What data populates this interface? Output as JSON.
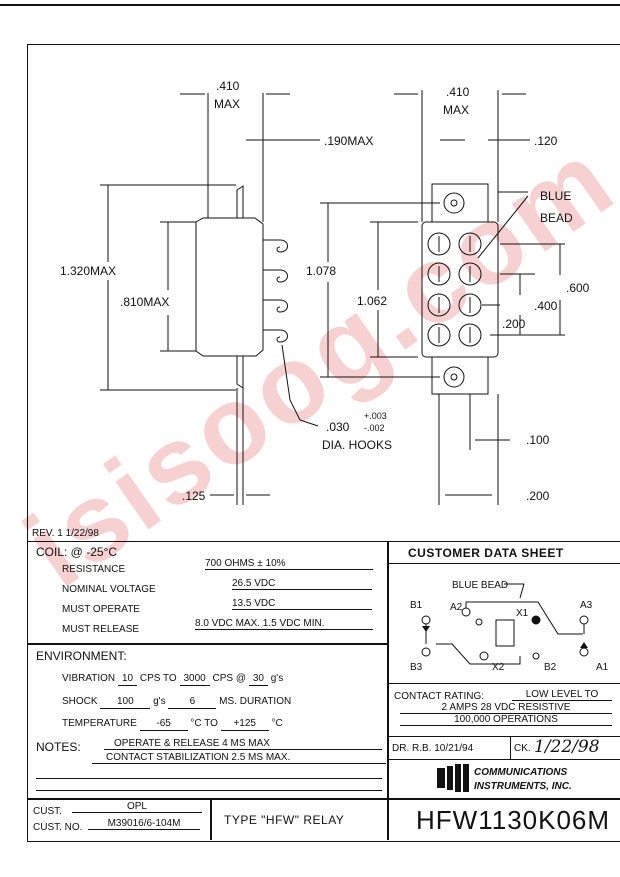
{
  "watermark": "isisoog.com",
  "drawing": {
    "side_width": ".410",
    "side_width_max": "MAX",
    "front_width": ".410",
    "front_width_max": "MAX",
    "dim_190": ".190MAX",
    "dim_120": ".120",
    "blue_bead_1": "BLUE",
    "blue_bead_2": "BEAD",
    "dim_1320": "1.320MAX",
    "dim_810": ".810MAX",
    "dim_1078": "1.078",
    "dim_1062": "1.062",
    "dim_600": ".600",
    "dim_400": ".400",
    "dim_200v": ".200",
    "hook_dia": ".030",
    "tol_plus": "+.003",
    "tol_minus": "-.002",
    "dia_hooks": "DIA. HOOKS",
    "dim_100": ".100",
    "dim_125": ".125",
    "dim_200h": ".200"
  },
  "rev": "REV. 1   1/22/98",
  "coil": {
    "heading": "COIL: @ -25°C",
    "rows": [
      {
        "label": "RESISTANCE",
        "value": "700 OHMS ± 10%"
      },
      {
        "label": "NOMINAL VOLTAGE",
        "value": "26.5 VDC"
      },
      {
        "label": "MUST OPERATE",
        "value": "13.5 VDC"
      },
      {
        "label": "MUST RELEASE",
        "value": "8.0 VDC MAX. 1.5 VDC MIN."
      }
    ]
  },
  "environment": {
    "heading": "ENVIRONMENT:",
    "vibration_label": "VIBRATION",
    "vib_from": "10",
    "cps_to": "CPS TO",
    "vib_to": "3000",
    "cps_at": "CPS @",
    "vib_g": "30",
    "g_s": "g's",
    "shock_label": "SHOCK",
    "shock_g": "100",
    "shock_gs": "g's",
    "shock_ms": "6",
    "ms_duration": "MS. DURATION",
    "temp_label": "TEMPERATURE",
    "temp_low": "-65",
    "deg_to": "°C TO",
    "temp_high": "+125",
    "deg_c": "°C"
  },
  "notes": {
    "label": "NOTES:",
    "line1": "OPERATE & RELEASE 4 MS MAX",
    "line2": "CONTACT STABILIZATION 2.5 MS MAX."
  },
  "customer": {
    "cust_label": "CUST.",
    "cust_value": "OPL",
    "cust_no_label": "CUST. NO.",
    "cust_no_value": "M39016/6-104M"
  },
  "type_label": "TYPE \"HFW\" RELAY",
  "sheet_title": "CUSTOMER DATA SHEET",
  "schematic": {
    "blue_bead": "BLUE BEAD",
    "b1": "B1",
    "a2": "A2",
    "x1": "X1",
    "a3": "A3",
    "b3": "B3",
    "x2": "X2",
    "b2": "B2",
    "a1": "A1"
  },
  "contact": {
    "label": "CONTACT RATING:",
    "v1": "LOW LEVEL TO",
    "v2": "2 AMPS 28 VDC RESISTIVE",
    "v3": "100,000 OPERATIONS"
  },
  "signoff": {
    "dr": "DR.  R.B. 10/21/94",
    "ck": "CK.",
    "ck_sig": "1/22/98"
  },
  "company": {
    "line1": "COMMUNICATIONS",
    "line2": "INSTRUMENTS, INC."
  },
  "part_number": "HFW1130K06M"
}
